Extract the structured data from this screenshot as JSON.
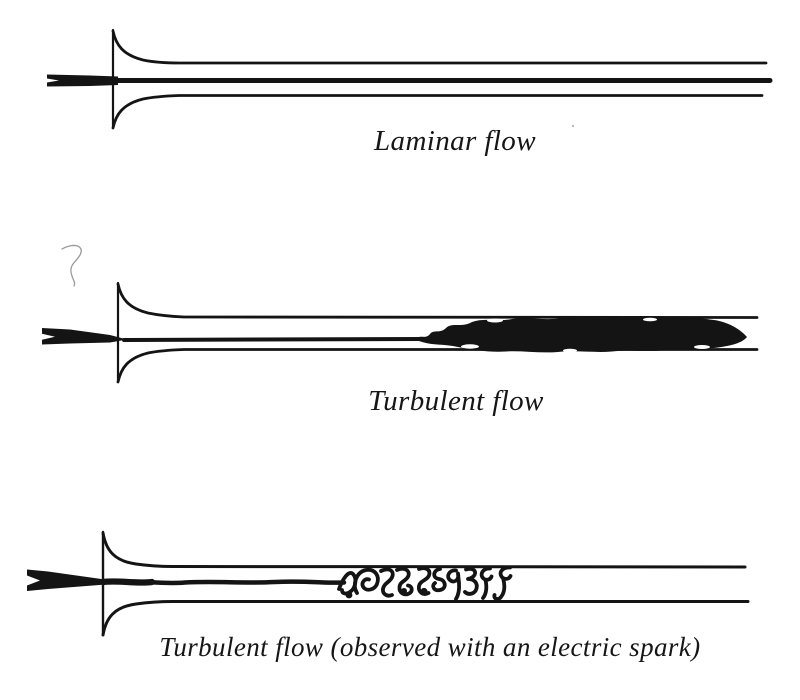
{
  "figure": {
    "panels": [
      {
        "id": "laminar",
        "caption": "Laminar flow"
      },
      {
        "id": "turbulent",
        "caption": "Turbulent flow"
      },
      {
        "id": "turbulent-spark",
        "caption": "Turbulent flow (observed with an electric spark)"
      }
    ]
  },
  "colors": {
    "ink": "#141414",
    "background": "#ffffff",
    "faint_mark": "#9a9a9a"
  }
}
